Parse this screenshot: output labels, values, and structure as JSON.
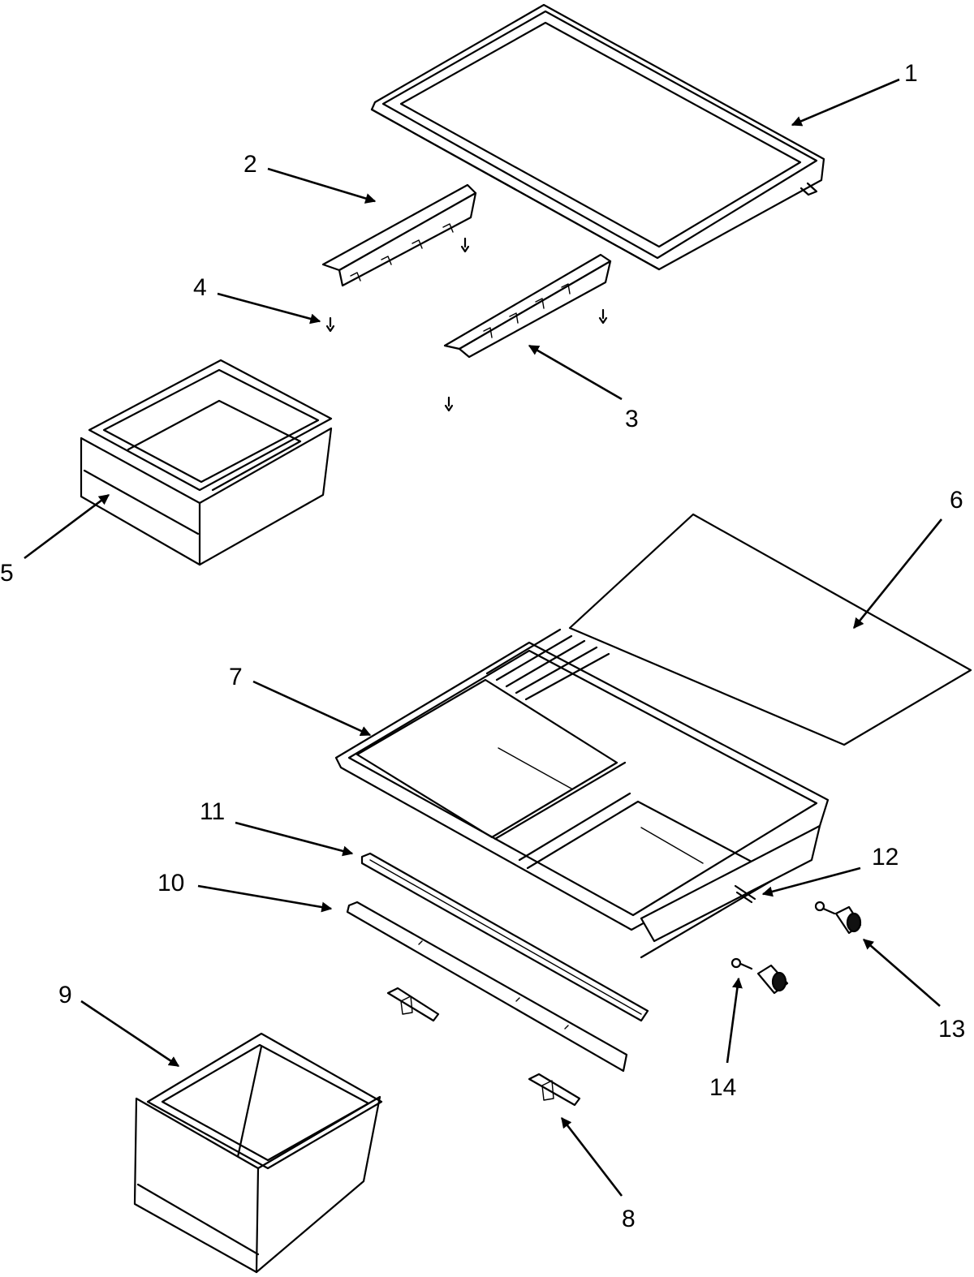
{
  "colors": {
    "line": "#000000",
    "background": "#ffffff"
  },
  "callouts": [
    {
      "id": "1",
      "label": "1"
    },
    {
      "id": "2",
      "label": "2"
    },
    {
      "id": "3",
      "label": "3"
    },
    {
      "id": "4",
      "label": "4"
    },
    {
      "id": "5",
      "label": "5"
    },
    {
      "id": "6",
      "label": "6"
    },
    {
      "id": "7",
      "label": "7"
    },
    {
      "id": "8",
      "label": "8"
    },
    {
      "id": "9",
      "label": "9"
    },
    {
      "id": "10",
      "label": "10"
    },
    {
      "id": "11",
      "label": "11"
    },
    {
      "id": "12",
      "label": "12"
    },
    {
      "id": "13",
      "label": "13"
    },
    {
      "id": "14",
      "label": "14"
    }
  ]
}
